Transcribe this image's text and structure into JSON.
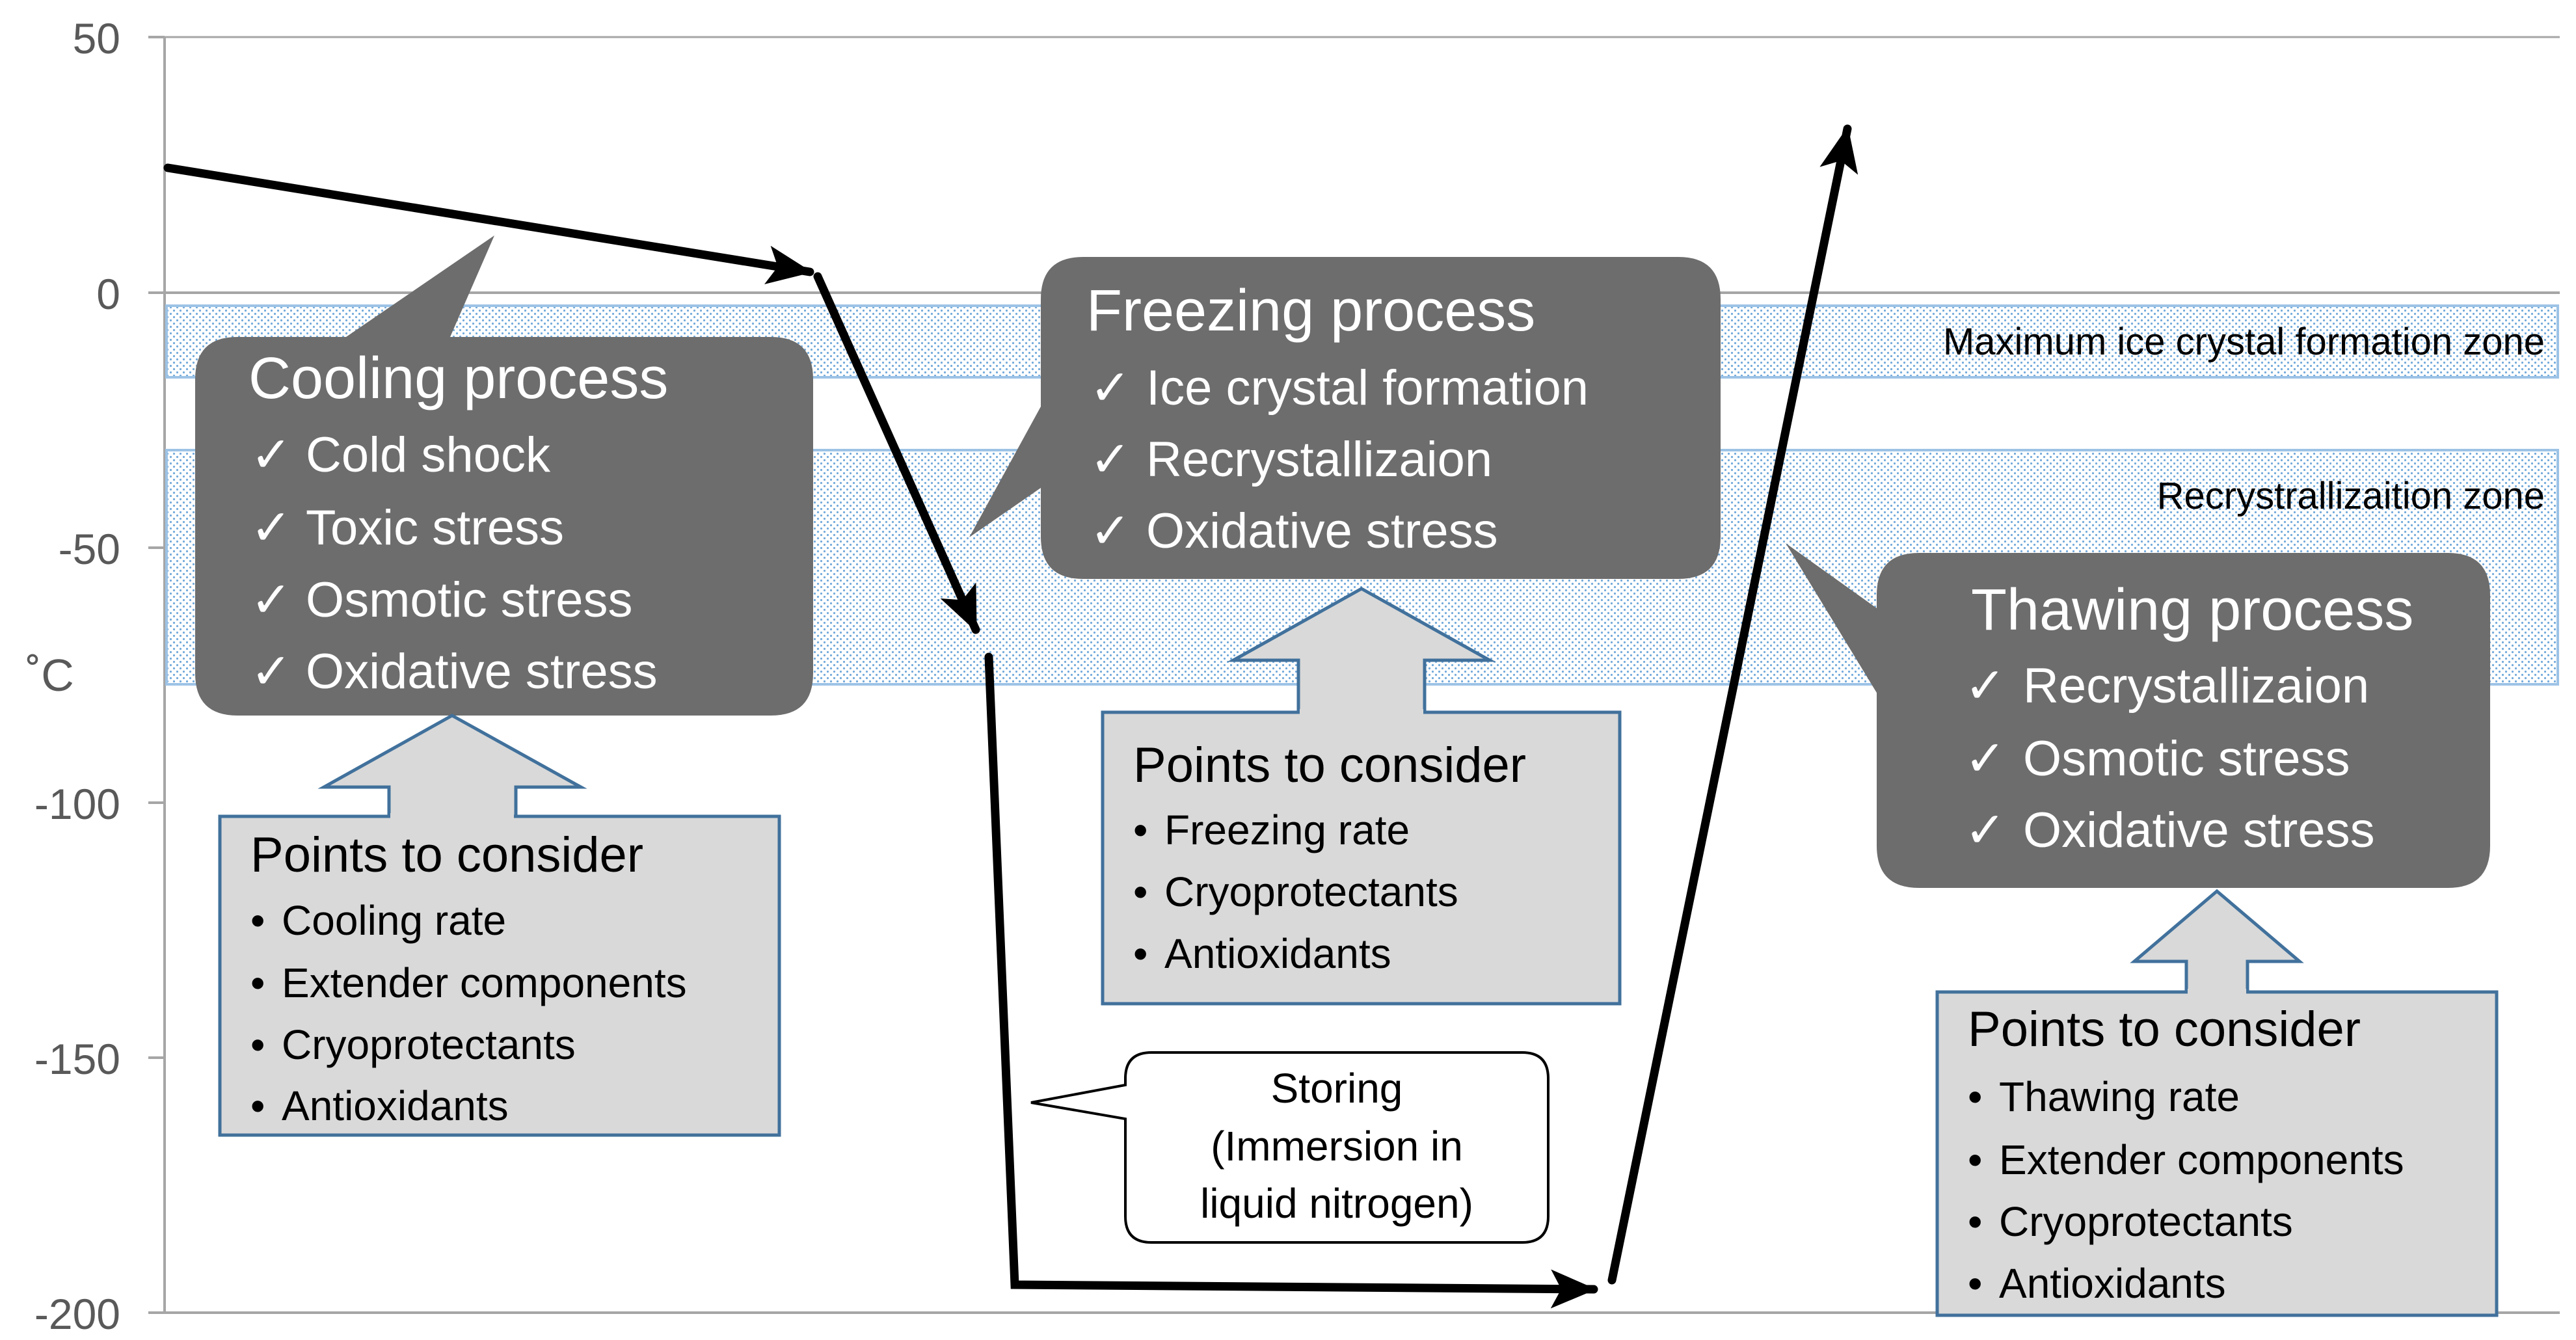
{
  "axis": {
    "ticks": [
      "50",
      "0",
      "-50",
      "-100",
      "-150",
      "-200"
    ],
    "unit_label": "˚C"
  },
  "zones": {
    "ice_crystal": "Maximum ice crystal formation zone",
    "recrystallization": "Recrystrallizaition zone"
  },
  "processes": {
    "cooling": {
      "title": "Cooling process",
      "items": [
        "Cold shock",
        "Toxic stress",
        "Osmotic stress",
        "Oxidative stress"
      ]
    },
    "freezing": {
      "title": "Freezing process",
      "items": [
        "Ice crystal formation",
        "Recrystallizaion",
        "Oxidative stress"
      ]
    },
    "thawing": {
      "title": "Thawing process",
      "items": [
        "Recrystallizaion",
        "Osmotic stress",
        "Oxidative stress"
      ]
    }
  },
  "considerations": {
    "cooling": {
      "title": "Points to consider",
      "items": [
        "Cooling rate",
        "Extender components",
        "Cryoprotectants",
        "Antioxidants"
      ]
    },
    "freezing": {
      "title": "Points to consider",
      "items": [
        "Freezing rate",
        "Cryoprotectants",
        "Antioxidants"
      ]
    },
    "thawing": {
      "title": "Points to consider",
      "items": [
        "Thawing rate",
        "Extender components",
        "Cryoprotectants",
        "Antioxidants"
      ]
    }
  },
  "storing": {
    "lines": [
      "Storing",
      "(Immersion in",
      "liquid nitrogen)"
    ]
  },
  "symbols": {
    "check": "✓",
    "bullet": "•"
  },
  "colors": {
    "dark_callout": "#6d6d6d",
    "consider_box_fill": "#d9d9d9",
    "box_border": "#41719c",
    "zone_border": "#9dc3e6",
    "zone_dots": "#5b9bd5",
    "axis": "#a6a6a6",
    "tick_text": "#595959",
    "arrow": "#000000"
  }
}
